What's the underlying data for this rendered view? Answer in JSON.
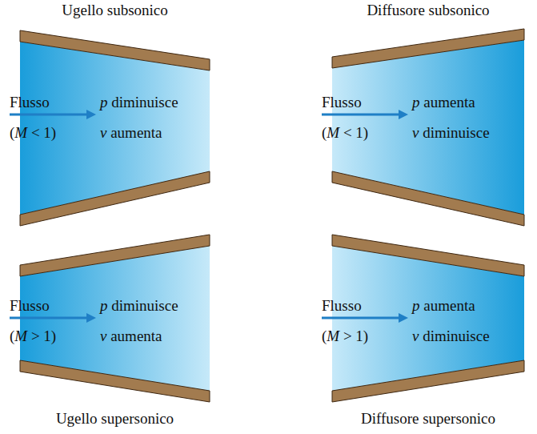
{
  "diagram": {
    "nodes": [
      {
        "text": [
          "Ugello subsonico",
          "Flusso",
          "(M < 1)",
          "p diminuisce",
          "v aumenta"
        ]
      },
      {
        "text": [
          "Diffusore subsonico",
          "Flusso",
          "(M < 1)",
          "p aumenta",
          "v diminuisce"
        ]
      },
      {
        "text": [
          "Ugello supersonico",
          "Flusso",
          "(M > 1)",
          "p diminuisce",
          "v aumenta"
        ]
      },
      {
        "text": [
          "Diffusore supersonico",
          "Flusso",
          "(M > 1)",
          "p aumenta",
          "v diminuisce"
        ]
      }
    ]
  }
}
